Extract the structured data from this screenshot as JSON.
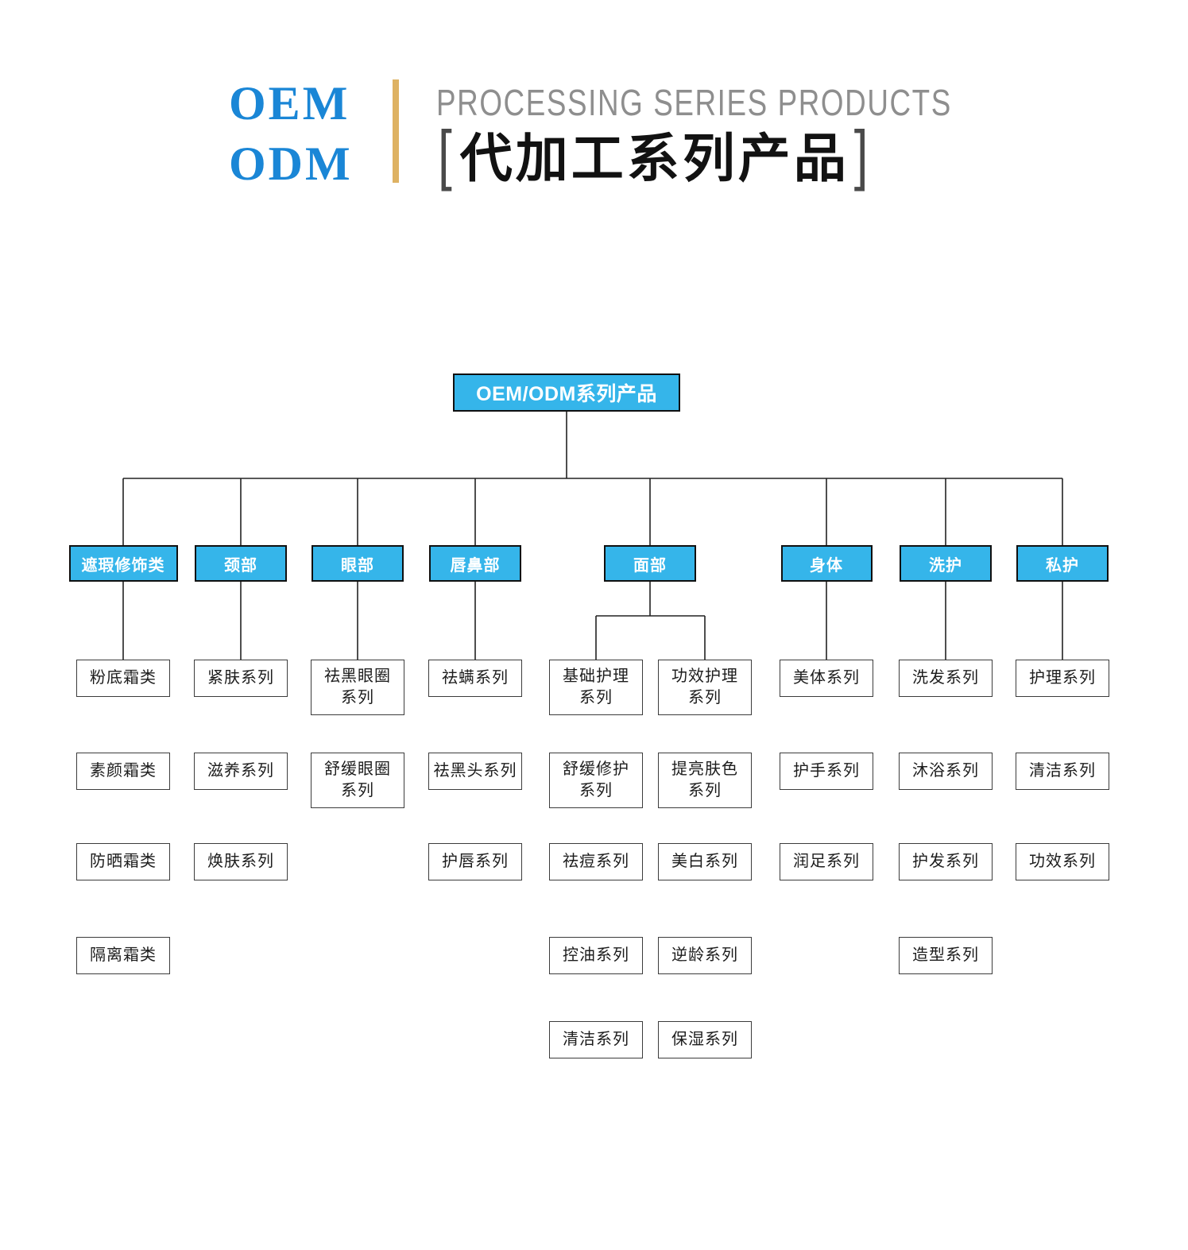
{
  "header": {
    "logo_line1": "OEM",
    "logo_line2": "ODM",
    "subtitle_en": "PROCESSING SERIES PRODUCTS",
    "bracket_left": "[",
    "bracket_right": "]",
    "title_cn": "代加工系列产品"
  },
  "colors": {
    "logo_blue": "#1a86d6",
    "gold_bar": "#deb263",
    "subtitle_gray": "#8e8e8e",
    "node_blue": "#35b5ea",
    "line_black": "#222222"
  },
  "tree": {
    "root": "OEM/ODM系列产品",
    "branches": [
      {
        "label": "遮瑕修饰类",
        "children": [
          "粉底霜类",
          "素颜霜类",
          "防晒霜类",
          "隔离霜类"
        ]
      },
      {
        "label": "颈部",
        "children": [
          "紧肤系列",
          "滋养系列",
          "焕肤系列"
        ]
      },
      {
        "label": "眼部",
        "children": [
          "祛黑眼圈\n系列",
          "舒缓眼圈\n系列"
        ]
      },
      {
        "label": "唇鼻部",
        "children": [
          "祛螨系列",
          "祛黑头系列",
          "护唇系列"
        ]
      },
      {
        "label": "面部",
        "subcolumns": [
          [
            "基础护理\n系列",
            "舒缓修护\n系列",
            "祛痘系列",
            "控油系列",
            "清洁系列"
          ],
          [
            "功效护理\n系列",
            "提亮肤色\n系列",
            "美白系列",
            "逆龄系列",
            "保湿系列"
          ]
        ]
      },
      {
        "label": "身体",
        "children": [
          "美体系列",
          "护手系列",
          "润足系列"
        ]
      },
      {
        "label": "洗护",
        "children": [
          "洗发系列",
          "沐浴系列",
          "护发系列",
          "造型系列"
        ]
      },
      {
        "label": "私护",
        "children": [
          "护理系列",
          "清洁系列",
          "功效系列"
        ]
      }
    ]
  }
}
